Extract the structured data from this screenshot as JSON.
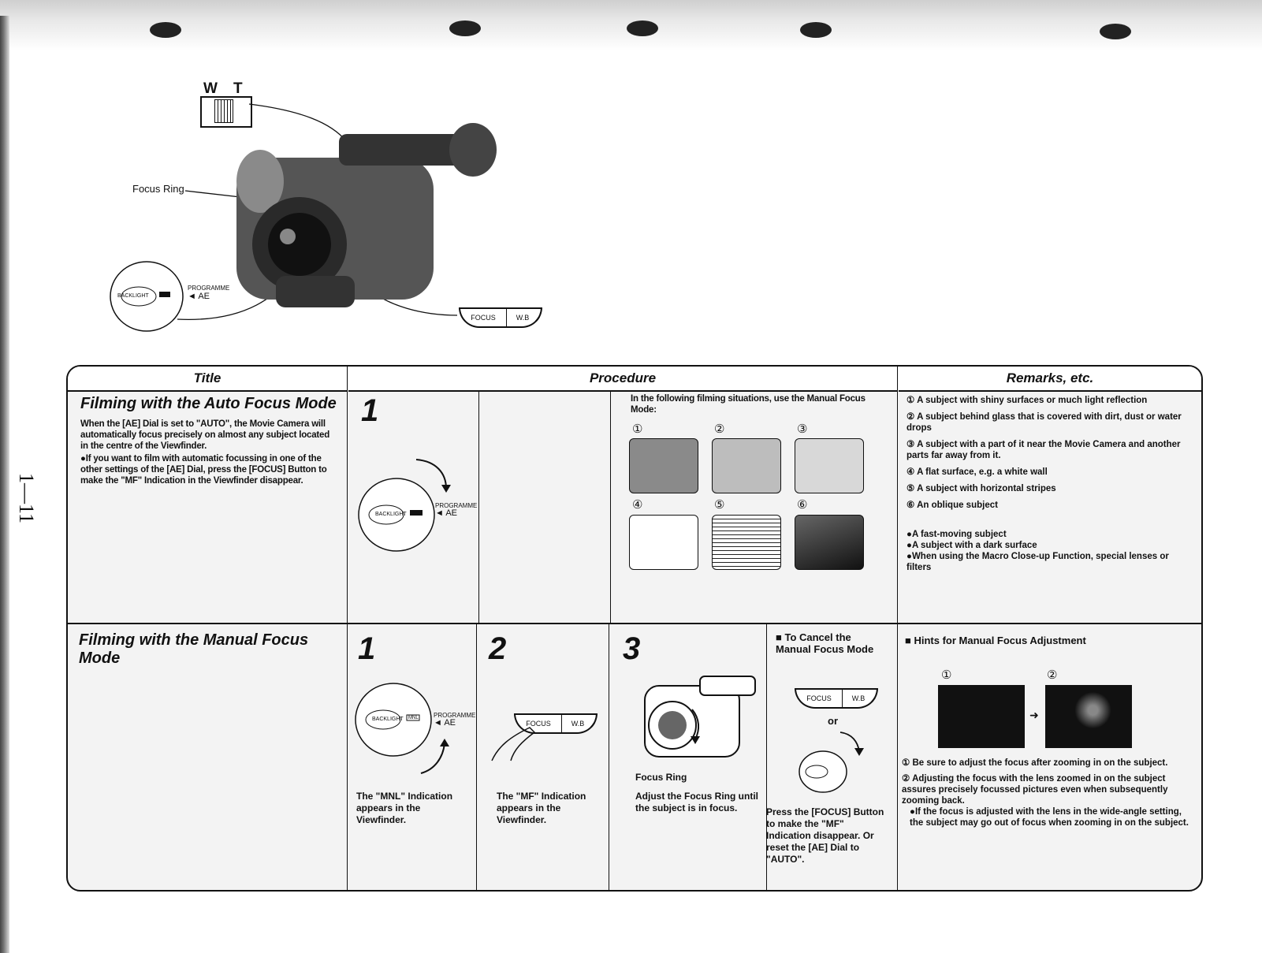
{
  "page_number": "1—11",
  "illustration": {
    "zoom_w": "W",
    "zoom_t": "T",
    "focus_ring_label": "Focus Ring",
    "dial_backlight": "BACKLIGHT",
    "dial_programme": "PROGRAMME",
    "dial_ae": "AE",
    "button_focus": "FOCUS",
    "button_wb": "W.B"
  },
  "table": {
    "headers": {
      "title": "Title",
      "procedure": "Procedure",
      "remarks": "Remarks, etc."
    },
    "auto": {
      "title": "Filming with the Auto Focus Mode",
      "description": "When the [AE] Dial is set to \"AUTO\", the Movie Camera will automatically focus precisely on almost any subject located in the centre of the Viewfinder.",
      "bullet": "●If you want to film with automatic focussing in one of the other settings of the [AE] Dial, press the [FOCUS] Button to make the \"MF\" Indication in the Viewfinder disappear.",
      "step1": "1",
      "dial_backlight": "BACKLIGHT",
      "dial_programme": "PROGRAMME",
      "dial_ae": "AE",
      "situations_intro": "In the following filming situations, use the Manual Focus Mode:",
      "situation_numbers": [
        "①",
        "②",
        "③",
        "④",
        "⑤",
        "⑥"
      ],
      "remarks": [
        "① A subject with shiny surfaces or much light reflection",
        "② A subject behind glass that is covered with dirt, dust or water drops",
        "③ A subject with a part of it near the Movie Camera and another parts far away from it.",
        "④ A flat surface, e.g. a white wall",
        "⑤ A subject with horizontal stripes",
        "⑥ An oblique subject"
      ],
      "remarks_bullets": [
        "●A fast-moving subject",
        "●A subject with a dark surface",
        "●When using the Macro Close-up Function, special lenses or filters"
      ]
    },
    "manual": {
      "title": "Filming with the Manual Focus Mode",
      "step1": "1",
      "step1_caption": "The \"MNL\" Indication appears in the Viewfinder.",
      "dial_backlight": "BACKLIGHT",
      "dial_mnl": "MNL",
      "dial_programme": "PROGRAMME",
      "dial_ae": "AE",
      "step2": "2",
      "step2_caption": "The \"MF\" Indication appears in the Viewfinder.",
      "button_focus": "FOCUS",
      "button_wb": "W.B",
      "step3": "3",
      "focus_ring_label": "Focus Ring",
      "step3_caption": "Adjust the Focus Ring until the subject is in focus.",
      "cancel_title": "■ To Cancel the Manual Focus Mode",
      "cancel_or": "or",
      "cancel_caption": "Press the [FOCUS] Button to make the \"MF\" Indication disappear. Or reset the [AE] Dial to \"AUTO\".",
      "hints_title": "■ Hints for Manual Focus Adjustment",
      "hint_numbers": [
        "①",
        "②"
      ],
      "hints": [
        "① Be sure to adjust the focus after zooming in on the subject.",
        "② Adjusting the focus with the lens zoomed in on the subject assures precisely focussed pictures even when subsequently zooming back."
      ],
      "hint_bullet": "●If the focus is adjusted with the lens in the wide-angle setting, the subject may go out of focus when zooming in on the subject."
    }
  }
}
